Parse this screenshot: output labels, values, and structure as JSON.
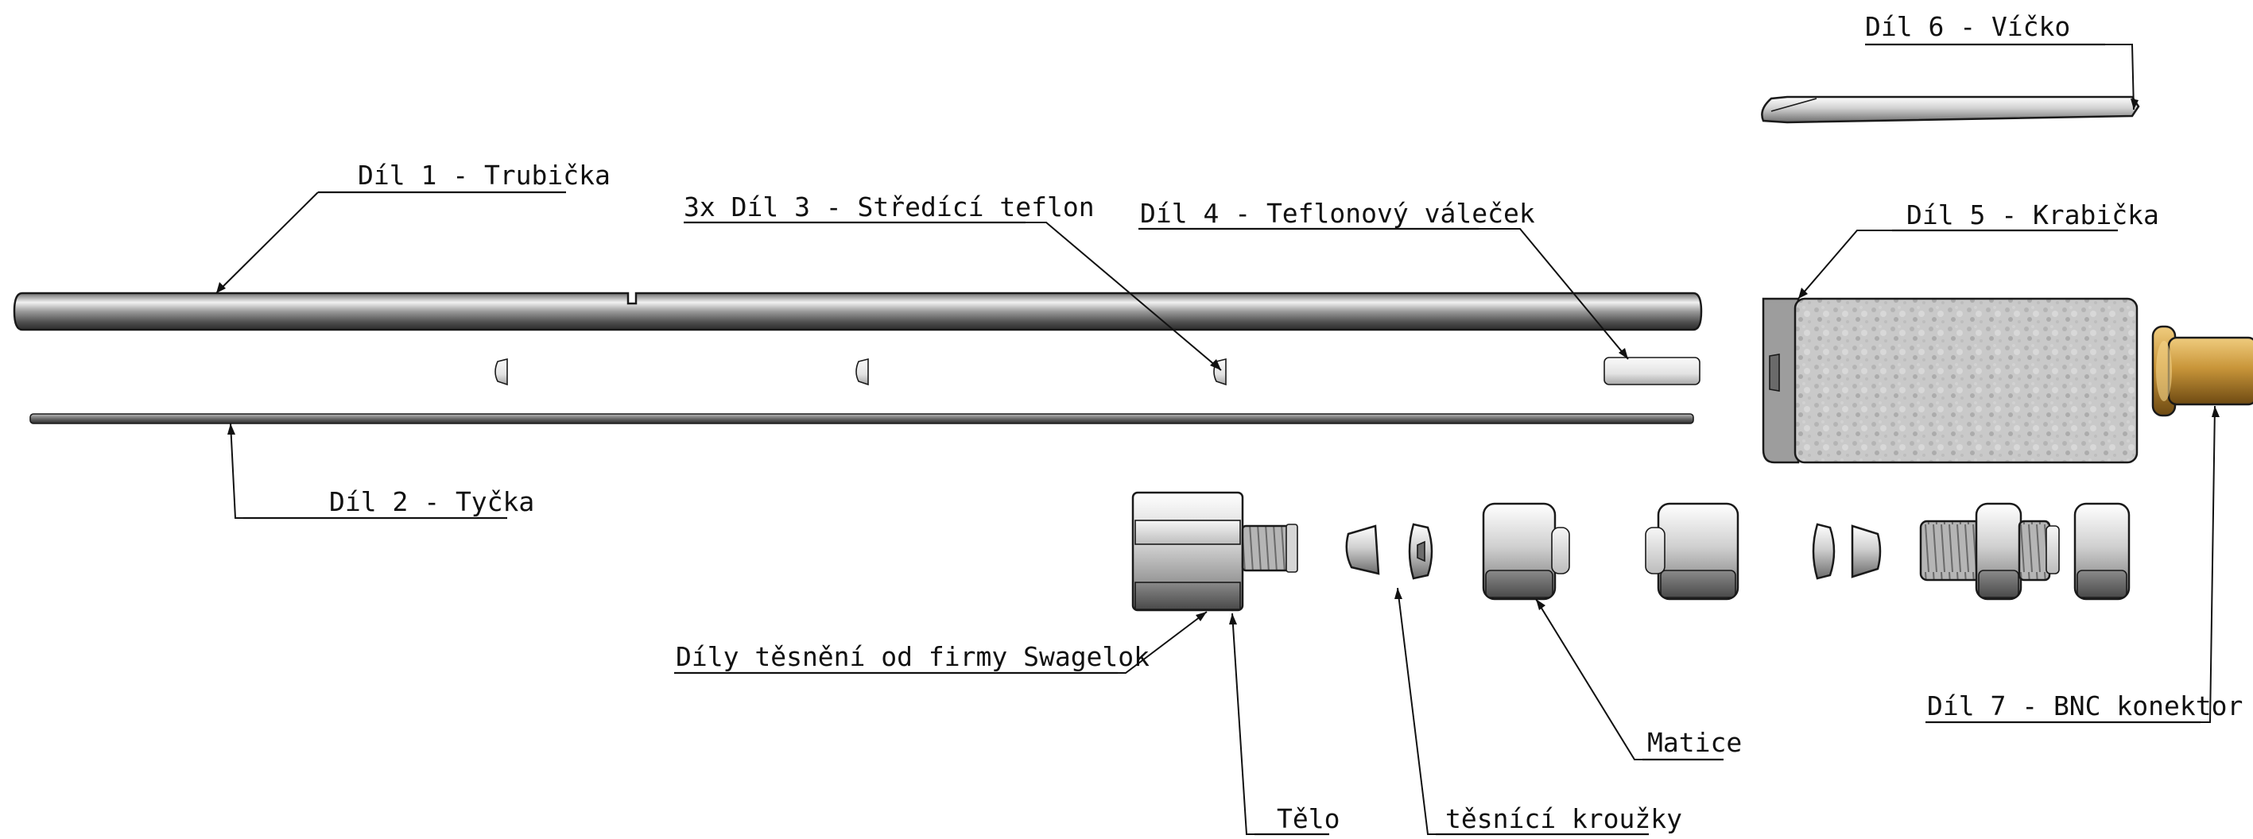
{
  "labels": {
    "part1": "Díl 1 - Trubička",
    "part2": "Díl 2 - Tyčka",
    "part3": "3x Díl 3 - Středící teflon",
    "part4": "Díl 4 - Teflonový váleček",
    "part5": "Díl 5 - Krabička",
    "part6": "Díl 6 - Víčko",
    "part7": "Díl 7 - BNC konektor",
    "swagelok": "Díly těsnění od firmy Swagelok",
    "body": "Tělo",
    "rings": "těsnící kroužky",
    "nut": "Matice"
  },
  "colors": {
    "metal_light": "#e8e8e8",
    "metal_mid": "#a9a9a9",
    "metal_dark": "#555555",
    "brass": "#b98a2e",
    "line": "#111111"
  }
}
